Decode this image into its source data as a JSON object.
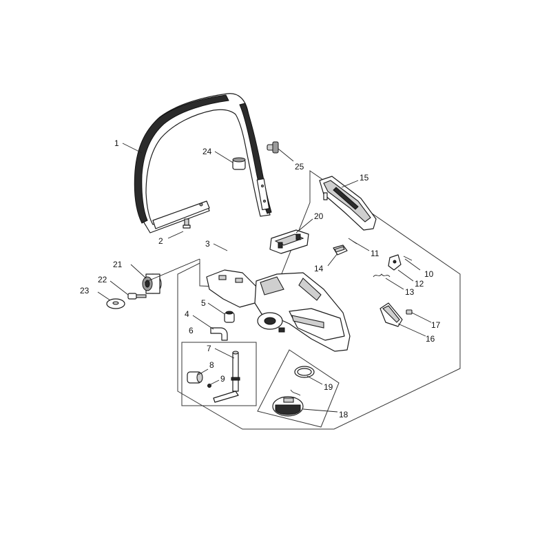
{
  "callouts": [
    {
      "id": 1,
      "label": "1"
    },
    {
      "id": 2,
      "label": "2"
    },
    {
      "id": 3,
      "label": "3"
    },
    {
      "id": 4,
      "label": "4"
    },
    {
      "id": 5,
      "label": "5"
    },
    {
      "id": 6,
      "label": "6"
    },
    {
      "id": 7,
      "label": "7"
    },
    {
      "id": 8,
      "label": "8"
    },
    {
      "id": 9,
      "label": "9"
    },
    {
      "id": 10,
      "label": "10"
    },
    {
      "id": 11,
      "label": "11"
    },
    {
      "id": 12,
      "label": "12"
    },
    {
      "id": 13,
      "label": "13"
    },
    {
      "id": 14,
      "label": "14"
    },
    {
      "id": 15,
      "label": "15"
    },
    {
      "id": 16,
      "label": "16"
    },
    {
      "id": 17,
      "label": "17"
    },
    {
      "id": 18,
      "label": "18"
    },
    {
      "id": 19,
      "label": "19"
    },
    {
      "id": 20,
      "label": "20"
    },
    {
      "id": 21,
      "label": "21"
    },
    {
      "id": 22,
      "label": "22"
    },
    {
      "id": 23,
      "label": "23"
    },
    {
      "id": 24,
      "label": "24"
    },
    {
      "id": 25,
      "label": "25"
    }
  ]
}
